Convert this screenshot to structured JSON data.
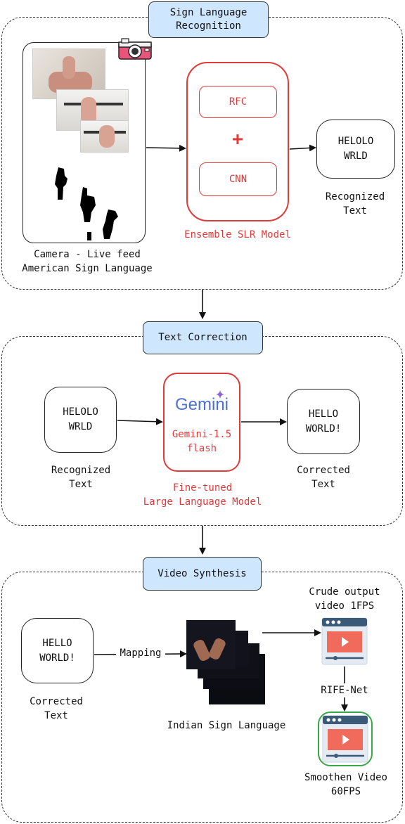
{
  "colors": {
    "title_fill": "#cfe6ff",
    "accent_red": "#e03a3a",
    "green_highlight": "#3aa84a",
    "video_blue": "#3a5a78",
    "video_red": "#f06b5c"
  },
  "section1": {
    "title": "Sign Language\nRecognition",
    "camera_label": "Camera - Live feed\nAmerican Sign Language",
    "camera_icon": "camera-icon",
    "model": {
      "top": "RFC",
      "plus": "+",
      "bottom": "CNN",
      "caption": "Ensemble SLR Model"
    },
    "output_text": "HELOLO\nWRLD",
    "output_caption": "Recognized\nText"
  },
  "section2": {
    "title": "Text Correction",
    "input_text": "HELOLO\nWRLD",
    "input_caption": "Recognized\nText",
    "llm_logo": "Gemini",
    "llm_name": "Gemini-1.5\nflash",
    "llm_caption": "Fine-tuned\nLarge Language Model",
    "output_text": "HELLO\nWORLD!",
    "output_caption": "Corrected\nText"
  },
  "section3": {
    "title": "Video Synthesis",
    "input_text": "HELLO\nWORLD!",
    "input_caption": "Corrected\nText",
    "mapping_label": "Mapping",
    "isl_caption": "Indian Sign Language",
    "crude_caption": "Crude output\nvideo 1FPS",
    "rife_label": "RIFE-Net",
    "smooth_caption": "Smoothen Video\n60FPS",
    "video_icon": "video-player-icon"
  }
}
